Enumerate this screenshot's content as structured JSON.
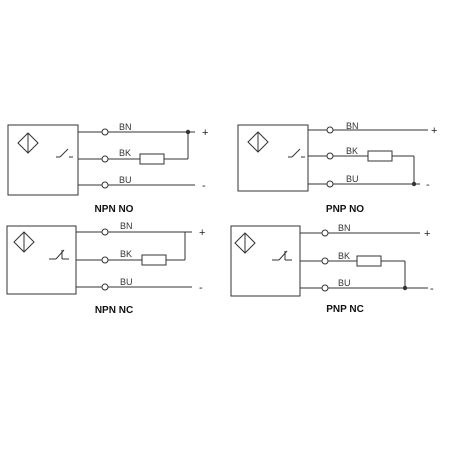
{
  "colors": {
    "line": "#333333",
    "text": "#222222",
    "background": "#ffffff"
  },
  "icons": {
    "sensor": "proximity-sensor-symbol-icon",
    "resistor": "resistor-icon",
    "terminal": "terminal-circle-icon"
  },
  "diagrams": [
    {
      "caption": "NPN NO",
      "type": "NPN",
      "contact": "NO",
      "wires": [
        {
          "label": "BN",
          "polarity": "+"
        },
        {
          "label": "BK",
          "polarity": ""
        },
        {
          "label": "BU",
          "polarity": "-"
        }
      ]
    },
    {
      "caption": "PNP NO",
      "type": "PNP",
      "contact": "NO",
      "wires": [
        {
          "label": "BN",
          "polarity": "+"
        },
        {
          "label": "BK",
          "polarity": ""
        },
        {
          "label": "BU",
          "polarity": "-"
        }
      ]
    },
    {
      "caption": "NPN NC",
      "type": "NPN",
      "contact": "NC",
      "wires": [
        {
          "label": "BN",
          "polarity": "+"
        },
        {
          "label": "BK",
          "polarity": ""
        },
        {
          "label": "BU",
          "polarity": "-"
        }
      ]
    },
    {
      "caption": "PNP NC",
      "type": "PNP",
      "contact": "NC",
      "wires": [
        {
          "label": "BN",
          "polarity": "+"
        },
        {
          "label": "BK",
          "polarity": ""
        },
        {
          "label": "BU",
          "polarity": "-"
        }
      ]
    }
  ]
}
